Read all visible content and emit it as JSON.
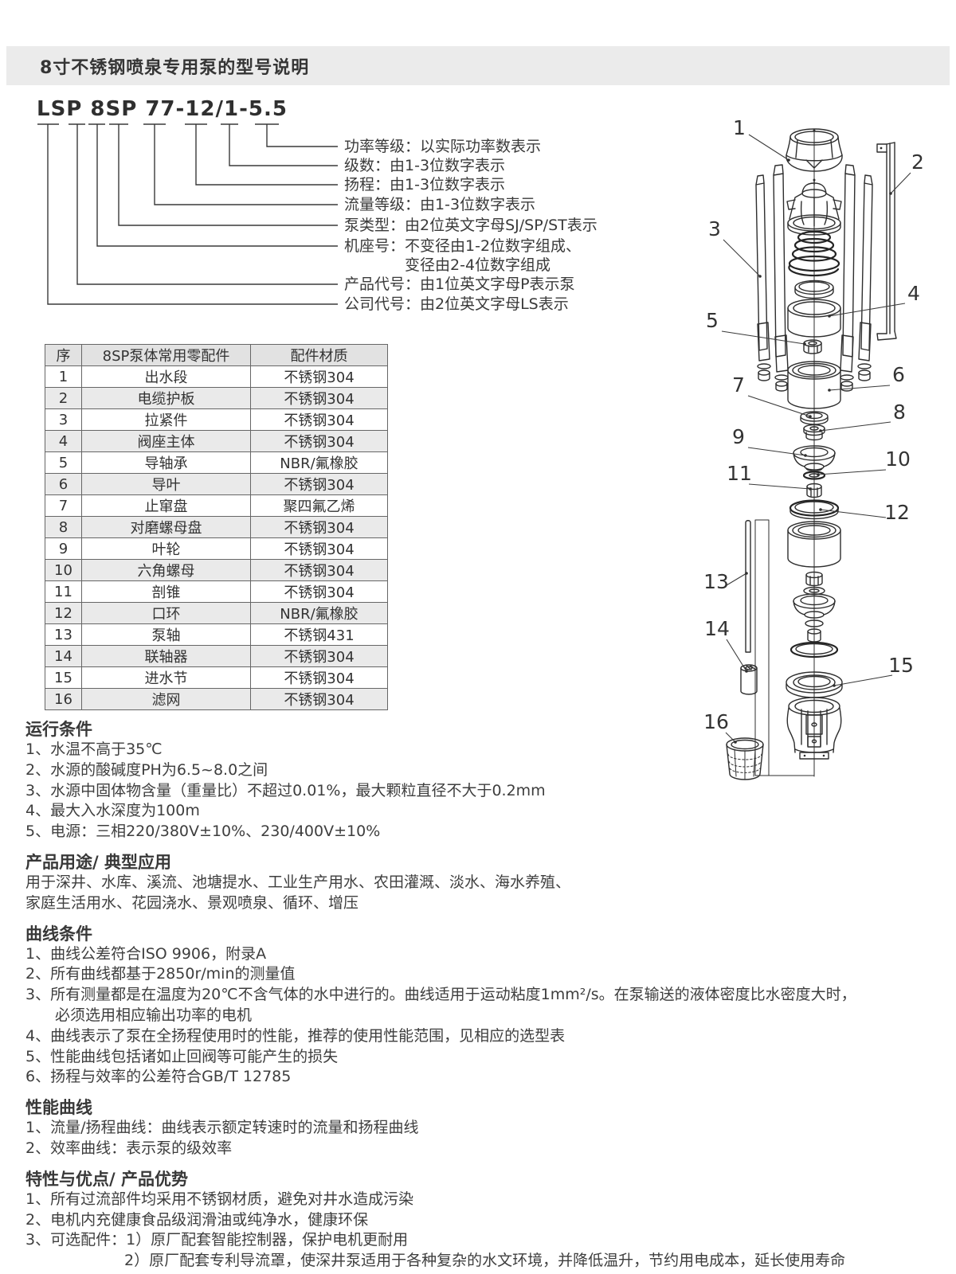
{
  "header": {
    "title": "8寸不锈钢喷泉专用泵的型号说明"
  },
  "model": {
    "code": "LSP 8SP 77-12/1-5.5",
    "legend": [
      "功率等级：以实际功率数表示",
      "级数：由1-3位数字表示",
      "扬程：由1-3位数字表示",
      "流量等级：由1-3位数字表示",
      "泵类型：由2位英文字母SJ/SP/ST表示",
      "机座号：不变径由1-2位数字组成、",
      "变径由2-4位数字组成",
      "产品代号：由1位英文字母P表示泵",
      "公司代号：由2位英文字母LS表示"
    ]
  },
  "parts_table": {
    "headers": [
      "序",
      "8SP泵体常用零配件",
      "配件材质"
    ],
    "rows": [
      [
        "1",
        "出水段",
        "不锈钢304"
      ],
      [
        "2",
        "电缆护板",
        "不锈钢304"
      ],
      [
        "3",
        "拉紧件",
        "不锈钢304"
      ],
      [
        "4",
        "阀座主体",
        "不锈钢304"
      ],
      [
        "5",
        "导轴承",
        "NBR/氟橡胶"
      ],
      [
        "6",
        "导叶",
        "不锈钢304"
      ],
      [
        "7",
        "止窜盘",
        "聚四氟乙烯"
      ],
      [
        "8",
        "对磨螺母盘",
        "不锈钢304"
      ],
      [
        "9",
        "叶轮",
        "不锈钢304"
      ],
      [
        "10",
        "六角螺母",
        "不锈钢304"
      ],
      [
        "11",
        "剖锥",
        "不锈钢304"
      ],
      [
        "12",
        "口环",
        "NBR/氟橡胶"
      ],
      [
        "13",
        "泵轴",
        "不锈钢431"
      ],
      [
        "14",
        "联轴器",
        "不锈钢304"
      ],
      [
        "15",
        "进水节",
        "不锈钢304"
      ],
      [
        "16",
        "滤网",
        "不锈钢304"
      ]
    ]
  },
  "diagram": {
    "labels": [
      "1",
      "2",
      "3",
      "4",
      "5",
      "6",
      "7",
      "8",
      "9",
      "10",
      "11",
      "12",
      "13",
      "14",
      "15",
      "16"
    ]
  },
  "sections": [
    {
      "heading": "运行条件",
      "items": [
        {
          "text": "1、水温不高于35℃",
          "indent": 0
        },
        {
          "text": "2、水源的酸碱度PH为6.5~8.0之间",
          "indent": 0
        },
        {
          "text": "3、水源中固体物含量（重量比）不超过0.01%，最大颗粒直径不大于0.2mm",
          "indent": 0
        },
        {
          "text": "4、最大入水深度为100m",
          "indent": 0
        },
        {
          "text": "5、电源：三相220/380V±10%、230/400V±10%",
          "indent": 0
        }
      ]
    },
    {
      "heading": "产品用途/ 典型应用",
      "items": [
        {
          "text": "用于深井、水库、溪流、池塘提水、工业生产用水、农田灌溉、淡水、海水养殖、",
          "indent": 0
        },
        {
          "text": "家庭生活用水、花园浇水、景观喷泉、循环、增压",
          "indent": 0
        }
      ]
    },
    {
      "heading": "曲线条件",
      "items": [
        {
          "text": "1、曲线公差符合ISO 9906，附录A",
          "indent": 0
        },
        {
          "text": "2、所有曲线都基于2850r/min的测量值",
          "indent": 0
        },
        {
          "text": "3、所有测量都是在温度为20℃不含气体的水中进行的。曲线适用于运动粘度1mm²/s。在泵输送的液体密度比水密度大时，",
          "indent": 0
        },
        {
          "text": "必须选用相应输出功率的电机",
          "indent": 1
        },
        {
          "text": "4、曲线表示了泵在全扬程使用时的性能，推荐的使用性能范围，见相应的选型表",
          "indent": 0
        },
        {
          "text": "5、性能曲线包括诸如止回阀等可能产生的损失",
          "indent": 0
        },
        {
          "text": "6、扬程与效率的公差符合GB/T 12785",
          "indent": 0
        }
      ]
    },
    {
      "heading": "性能曲线",
      "items": [
        {
          "text": "1、流量/扬程曲线：曲线表示额定转速时的流量和扬程曲线",
          "indent": 0
        },
        {
          "text": "2、效率曲线：表示泵的级效率",
          "indent": 0
        }
      ]
    },
    {
      "heading": "特性与优点/ 产品优势",
      "items": [
        {
          "text": "1、所有过流部件均采用不锈钢材质，避免对井水造成污染",
          "indent": 0
        },
        {
          "text": "2、电机内充健康食品级润滑油或纯净水，健康环保",
          "indent": 0
        },
        {
          "text": "3、可选配件：1）原厂配套智能控制器，保护电机更耐用",
          "indent": 0
        },
        {
          "text": "2）原厂配套专利导流罩，使深井泵适用于各种复杂的水文环境，并降低温升，节约用电成本，延长使用寿命",
          "indent": 2
        }
      ]
    }
  ]
}
